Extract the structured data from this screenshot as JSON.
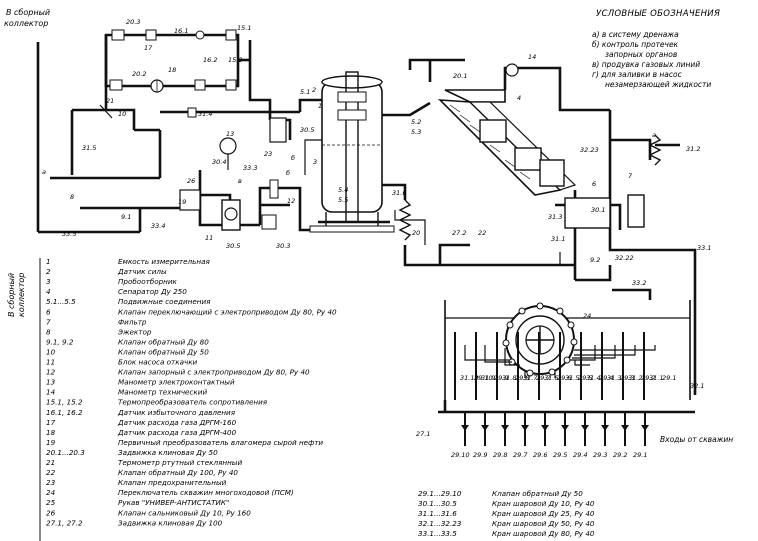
{
  "side_labels": {
    "top": [
      "В сборный",
      "коллектор"
    ],
    "vertical": [
      "В сборный",
      "коллектор"
    ]
  },
  "notes": {
    "heading": "УСЛОВНЫЕ ОБОЗНАЧЕНИЯ",
    "items": [
      "а) в систему дренажа",
      "б) контроль протечек",
      "запорных органов",
      "в) продувка газовых линий",
      "г) для заливки в насос",
      "незамерзающей жидкости"
    ]
  },
  "wells_label": "Входы от скважин",
  "diagram_labels": {
    "l_20_3": "20.3",
    "l_16_1": "16.1",
    "l_15_1": "15.1",
    "l_17": "17",
    "l_20_2": "20.2",
    "l_18": "18",
    "l_16_2": "16.2",
    "l_15_2": "15.2",
    "l_21": "21",
    "l_10": "10",
    "l_31_4": "31.4",
    "l_31_5": "31.5",
    "l_a1": "а",
    "l_5_1": "5.1",
    "l_2": "2",
    "l_1": "1",
    "l_3": "3",
    "l_30_5a": "30.5",
    "l_23": "23",
    "l_b1": "б",
    "l_5_2": "5.2",
    "l_5_3": "5.3",
    "l_13": "13",
    "l_30_4": "30.4",
    "l_33_3": "33.3",
    "l_v1": "в",
    "l_26": "26",
    "l_19": "19",
    "l_8": "8",
    "l_9_1": "9.1",
    "l_33_4": "33.4",
    "l_12": "12",
    "l_5_4": "5.4",
    "l_5_5": "5.5",
    "l_31_6": "31.6",
    "l_33_5": "33.5",
    "l_11": "11",
    "l_30_5b": "30.5",
    "l_30_3": "30.3",
    "l_20": "20",
    "l_27_2": "27.2",
    "l_22": "22",
    "l_20_1": "20.1",
    "l_14": "14",
    "l_4": "4",
    "l_32_23": "32.23",
    "l_31_2": "31.2",
    "l_6": "6",
    "l_7": "7",
    "l_31_3": "31.3",
    "l_30_1": "30.1",
    "l_31_1": "31.1",
    "l_9_2": "9.2",
    "l_32_22": "32.22",
    "l_33_1": "33.1",
    "l_33_2": "33.2",
    "l_24": "24",
    "l_32_1": "32.1",
    "l_27_1": "27.1",
    "l_b2": "б",
    "l_a2": "а"
  },
  "manifold_valves": [
    "31.10",
    "29.10",
    "31.9",
    "29.9",
    "31.8",
    "29.8",
    "31.7",
    "29.7",
    "31.6",
    "29.6",
    "31.5",
    "29.5",
    "31.4",
    "29.4",
    "31.3",
    "29.3",
    "31.2",
    "29.2",
    "31.1",
    "29.1"
  ],
  "well_inputs": [
    "29.10",
    "29.9",
    "29.8",
    "29.7",
    "29.6",
    "29.5",
    "29.4",
    "29.3",
    "29.2",
    "29.1"
  ],
  "legend_left": [
    {
      "num": "1",
      "text": "Емкость измерительная"
    },
    {
      "num": "2",
      "text": "Датчик силы"
    },
    {
      "num": "3",
      "text": "Пробоотборник"
    },
    {
      "num": "4",
      "text": "Сепаратор Ду 250"
    },
    {
      "num": "5.1...5.5",
      "text": "Подвижные соединения"
    },
    {
      "num": "6",
      "text": "Клапан переключающий с электроприводом Ду 80, Ру 40"
    },
    {
      "num": "7",
      "text": "Фильтр"
    },
    {
      "num": "8",
      "text": "Эжектор"
    },
    {
      "num": "9.1, 9.2",
      "text": "Клапан обратный Ду 80"
    },
    {
      "num": "10",
      "text": "Клапан обратный Ду 50"
    },
    {
      "num": "11",
      "text": "Блок насоса откачки"
    },
    {
      "num": "12",
      "text": "Клапан запорный с электроприводом Ду 80, Ру 40"
    },
    {
      "num": "13",
      "text": "Манометр электроконтактный"
    },
    {
      "num": "14",
      "text": "Манометр технический"
    },
    {
      "num": "15.1, 15.2",
      "text": "Термопреобразователь сопротивления"
    },
    {
      "num": "16.1, 16.2",
      "text": "Датчик избыточного давления"
    },
    {
      "num": "17",
      "text": "Датчик расхода газа ДРГМ-160"
    },
    {
      "num": "18",
      "text": "Датчик расхода газа ДРГМ-400"
    },
    {
      "num": "19",
      "text": "Первичный преобразователь влагомера сырой нефти"
    },
    {
      "num": "20.1...20.3",
      "text": "Задвижка клиновая Ду 50"
    },
    {
      "num": "21",
      "text": "Термометр ртутный стеклянный"
    },
    {
      "num": "22",
      "text": "Клапан обратный Ду 100, Ру 40"
    },
    {
      "num": "23",
      "text": "Клапан предохранительный"
    },
    {
      "num": "24",
      "text": "Переключатель скважин многоходовой (ПСМ)"
    },
    {
      "num": "25",
      "text": "Рукав \"УНИВЕР-АНТИСТАТИК\""
    },
    {
      "num": "26",
      "text": "Клапан сальниковый Ду 10, Ру 160"
    },
    {
      "num": "27.1, 27.2",
      "text": "Задвижка клиновая Ду 100"
    }
  ],
  "legend_right": [
    {
      "num": "29.1...29.10",
      "text": "Клапан обратный Ду 50"
    },
    {
      "num": "30.1...30.5",
      "text": "Кран шаровой Ду 10, Ру 40"
    },
    {
      "num": "31.1...31.6",
      "text": "Кран шаровой Ду 25, Ру 40"
    },
    {
      "num": "32.1...32.23",
      "text": "Кран шаровой Ду 50, Ру 40"
    },
    {
      "num": "33.1...33.5",
      "text": "Кран шаровой Ду 80, Ру 40"
    }
  ]
}
